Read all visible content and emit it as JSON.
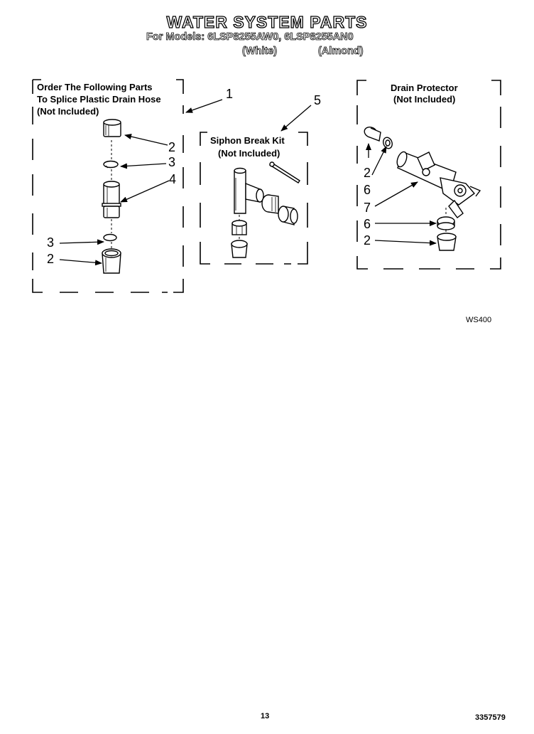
{
  "header": {
    "title": "WATER SYSTEM PARTS",
    "models_line": "For Models: 6LSP8255AW0, 6LSP8255AN0",
    "color_white": "(White)",
    "color_almond": "(Almond)"
  },
  "panels": {
    "splice": {
      "line1": "Order The Following Parts",
      "line2": "To Splice Plastic Drain Hose",
      "line3": "(Not Included)"
    },
    "siphon": {
      "line1": "Siphon Break Kit",
      "line2": "(Not Included)"
    },
    "drain": {
      "line1": "Drain Protector",
      "line2": "(Not Included)"
    }
  },
  "callouts": {
    "c1": "1",
    "c2a": "2",
    "c3a": "3",
    "c4": "4",
    "c3b": "3",
    "c2b": "2",
    "c5": "5",
    "d2a": "2",
    "d6a": "6",
    "d7": "7",
    "d6b": "6",
    "d2b": "2"
  },
  "footer": {
    "code": "WS400",
    "page": "13",
    "part_number": "3357579"
  }
}
